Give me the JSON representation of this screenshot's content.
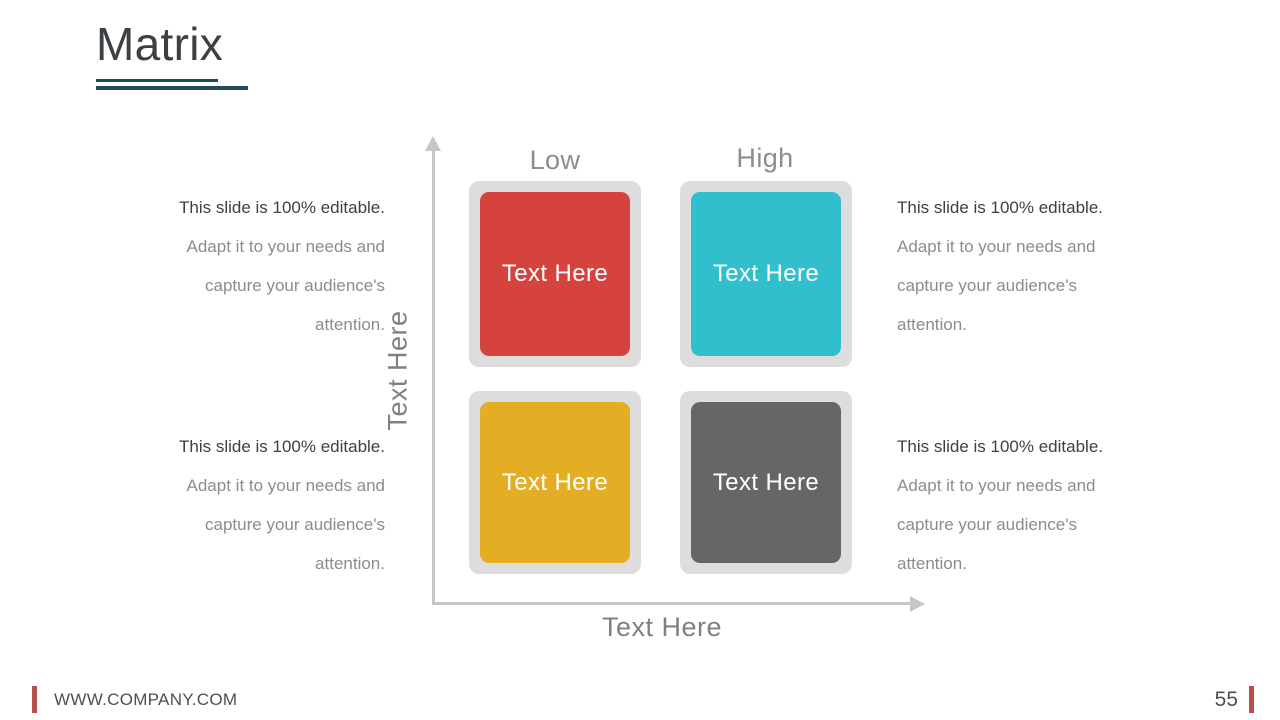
{
  "slide": {
    "title": "Matrix",
    "page_number": "55",
    "footer_url": "WWW.COMPANY.COM"
  },
  "colors": {
    "title_text": "#3b4045",
    "title_rule_1": "#1e4b5a",
    "title_rule_2": "#254a5d",
    "frame_gray": "#dddddd",
    "axis_gray": "#c6c6c6",
    "accent_red": "#b5504f",
    "quadrant_red": "#d6433f",
    "quadrant_teal": "#31bfce",
    "quadrant_yellow": "#e3ae23",
    "quadrant_gray": "#666666",
    "text_bold": "#404040",
    "text_light": "#8c8c8c",
    "label_gray": "#808080"
  },
  "axes": {
    "x_label": "Text Here",
    "y_label": "Text Here",
    "column_headers": [
      {
        "label": "Low"
      },
      {
        "label": "High"
      }
    ]
  },
  "quadrants": [
    {
      "id": "top-left",
      "label": "Text Here",
      "color": "#d6433f"
    },
    {
      "id": "top-right",
      "label": "Text Here",
      "color": "#31bfce"
    },
    {
      "id": "bottom-left",
      "label": "Text Here",
      "color": "#e3ae23"
    },
    {
      "id": "bottom-right",
      "label": "Text Here",
      "color": "#666666"
    }
  ],
  "descriptions": [
    {
      "id": "top-left",
      "bold": "This slide is 100% editable.",
      "light": " Adapt it to your needs and capture your audience's attention."
    },
    {
      "id": "top-right",
      "bold": "This slide is 100% editable.",
      "light": " Adapt it to your needs and capture your audience's attention."
    },
    {
      "id": "bottom-left",
      "bold": "This slide is 100% editable.",
      "light": " Adapt it to your needs and capture your audience's attention."
    },
    {
      "id": "bottom-right",
      "bold": "This slide is 100% editable.",
      "light": " Adapt it to your needs and capture your audience's attention."
    }
  ]
}
